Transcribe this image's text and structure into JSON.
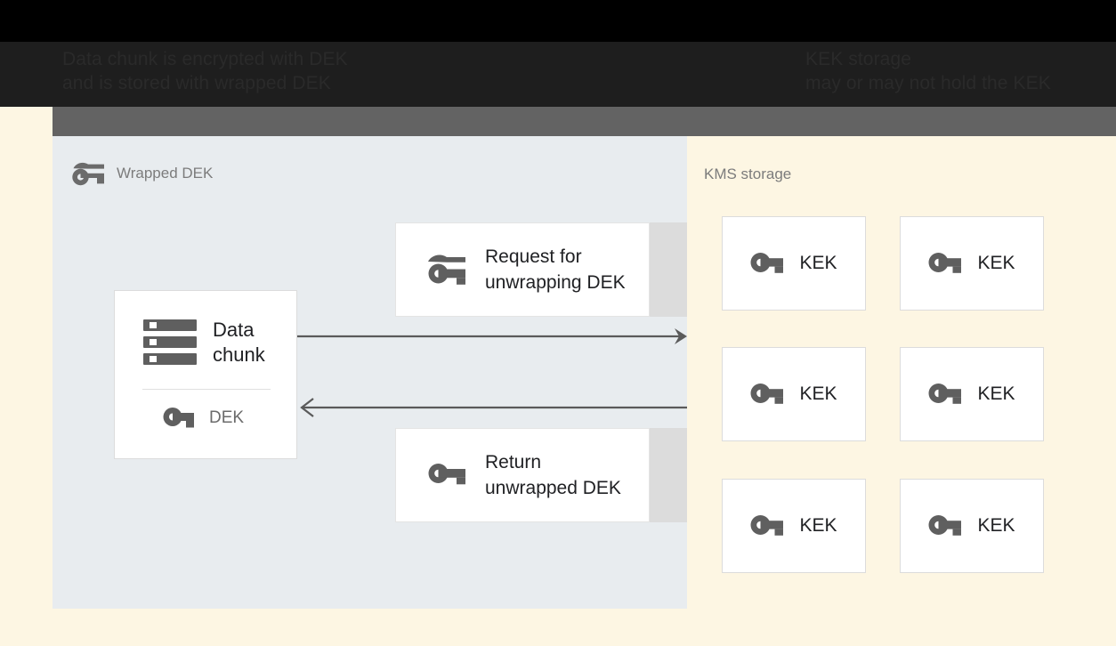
{
  "header": {
    "caption_left": "Data chunk is encrypted with DEK\nand is stored with wrapped DEK",
    "caption_right": "KEK storage\nmay or may not hold the KEK"
  },
  "panels": {
    "left": {
      "title": "Wrapped DEK",
      "title_icon": "wrapped-key-icon",
      "data_card": {
        "icon": "data-chunk-icon",
        "label": "Data\nchunk",
        "key_icon": "key-icon",
        "key_label": "DEK"
      },
      "messages": [
        {
          "icon": "wrapped-key-icon",
          "text": "Request for\nunwrapping DEK",
          "direction": "right"
        },
        {
          "icon": "key-icon",
          "text": "Return\nunwrapped DEK",
          "direction": "left"
        }
      ]
    },
    "right": {
      "title": "KMS storage",
      "kek_cards": [
        {
          "icon": "key-icon",
          "label": "KEK"
        },
        {
          "icon": "key-icon",
          "label": "KEK"
        },
        {
          "icon": "key-icon",
          "label": "KEK"
        },
        {
          "icon": "key-icon",
          "label": "KEK"
        },
        {
          "icon": "key-icon",
          "label": "KEK"
        },
        {
          "icon": "key-icon",
          "label": "KEK"
        }
      ]
    }
  },
  "colors": {
    "panel_left_bg": "#e8ecef",
    "panel_right_bg": "#fdf6e3",
    "page_bg": "#fdf6e3",
    "header_bg": "#000000",
    "header_inner_bg": "#1e1e1e",
    "header_strip_bg": "#636363",
    "icon_gray": "#6b6b6b",
    "text_dark": "#202124",
    "text_muted": "#7c7c7c",
    "card_border": "#dcdcdc",
    "card_shadow": "#dcdcdc",
    "arrow": "#5a5a5a"
  }
}
